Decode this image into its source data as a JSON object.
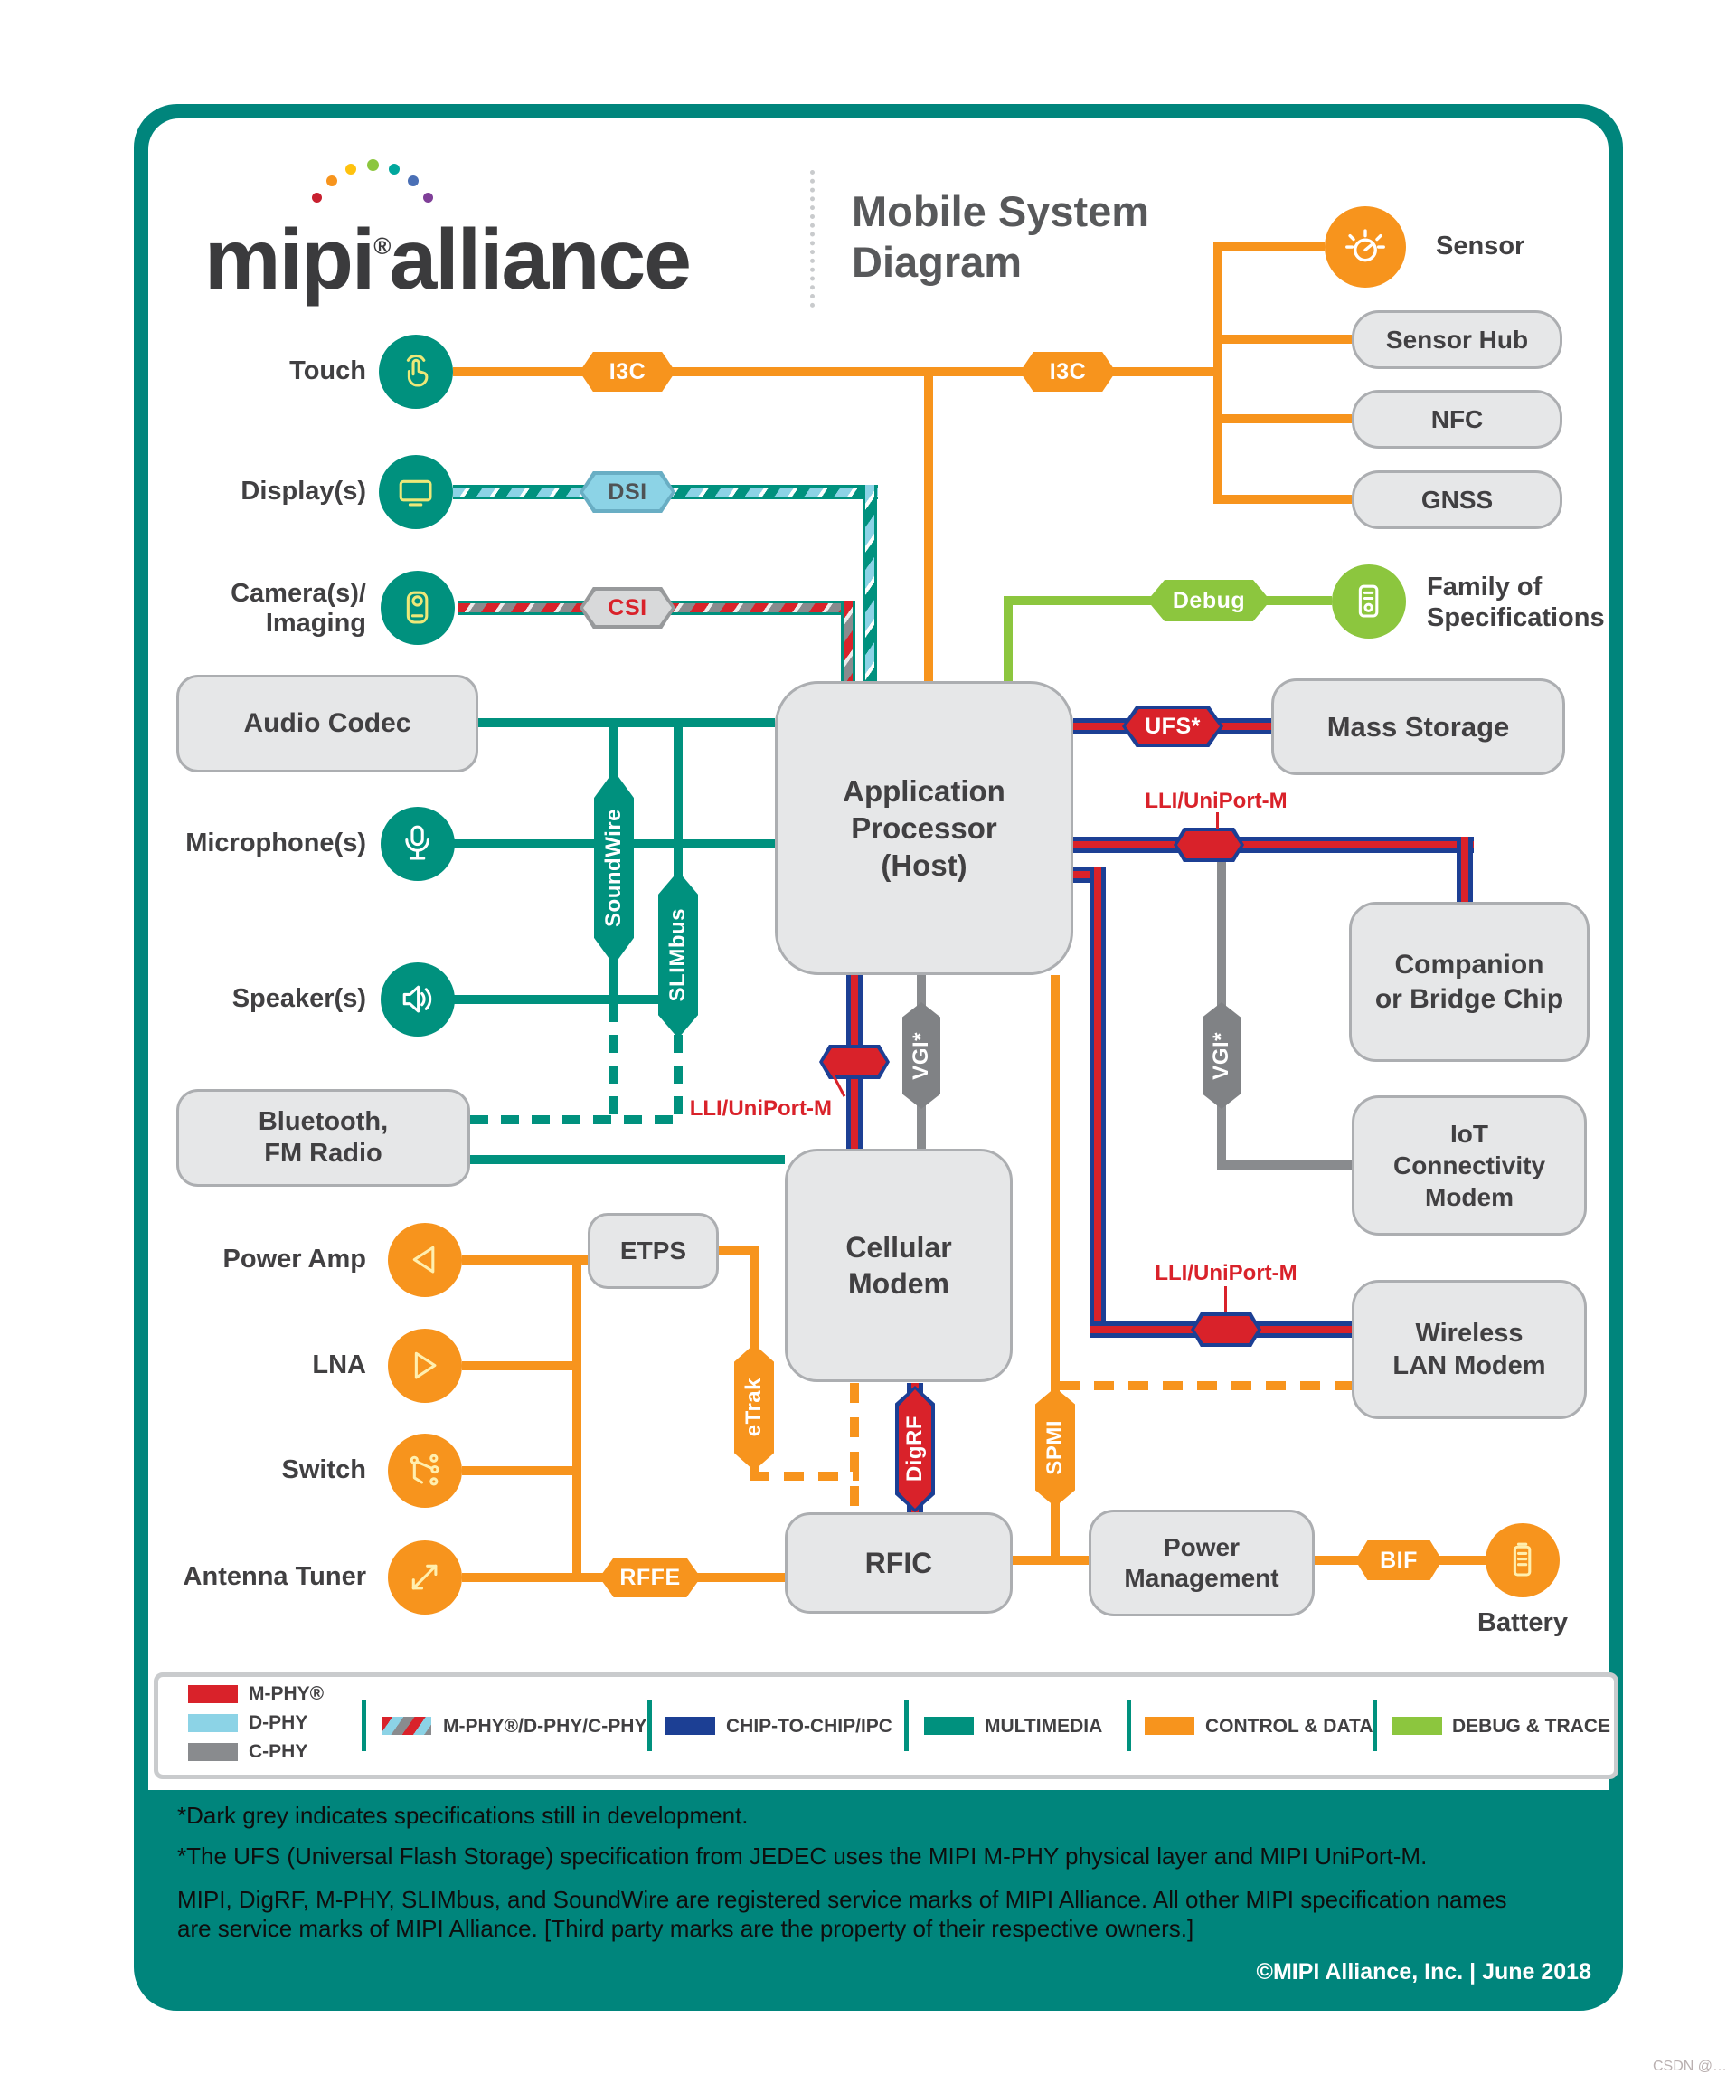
{
  "colors": {
    "frame_teal": "#00857C",
    "multimedia_teal": "#00917E",
    "control_orange": "#F7941D",
    "mphy_red": "#D9222A",
    "dphy_blue": "#8CD3E6",
    "cphy_grey": "#898B8E",
    "chip_navy": "#1C3F94",
    "debug_green": "#8CC63E",
    "box_fill": "#E6E7E8",
    "box_border": "#ACAEB1",
    "text_dark": "#414042"
  },
  "header": {
    "logo_text": "mipi",
    "logo_reg": "®",
    "logo_suffix": "alliance",
    "title_line1": "Mobile System",
    "title_line2": "Diagram"
  },
  "peripherals": {
    "touch": "Touch",
    "displays": "Display(s)",
    "camera_line1": "Camera(s)/",
    "camera_line2": "Imaging",
    "audio_codec": "Audio Codec",
    "microphones": "Microphone(s)",
    "speakers": "Speaker(s)",
    "bluetooth_line1": "Bluetooth,",
    "bluetooth_line2": "FM Radio",
    "power_amp": "Power Amp",
    "lna": "LNA",
    "switch": "Switch",
    "antenna_tuner": "Antenna Tuner"
  },
  "right_nodes": {
    "sensor": "Sensor",
    "sensor_hub": "Sensor Hub",
    "nfc": "NFC",
    "gnss": "GNSS",
    "family_line1": "Family of",
    "family_line2": "Specifications",
    "mass_storage": "Mass Storage",
    "companion_line1": "Companion",
    "companion_line2": "or Bridge Chip",
    "iot_line1": "IoT",
    "iot_line2": "Connectivity",
    "iot_line3": "Modem",
    "wlan_line1": "Wireless",
    "wlan_line2": "LAN Modem",
    "battery": "Battery"
  },
  "core": {
    "ap_line1": "Application",
    "ap_line2": "Processor",
    "ap_line3": "(Host)",
    "cellular_line1": "Cellular",
    "cellular_line2": "Modem",
    "rfic": "RFIC",
    "pm_line1": "Power",
    "pm_line2": "Management",
    "etps": "ETPS"
  },
  "buses": {
    "i3c": "I3C",
    "dsi": "DSI",
    "csi": "CSI",
    "debug": "Debug",
    "ufs": "UFS*",
    "lli": "LLI/UniPort-M",
    "vgi": "VGI*",
    "soundwire": "SoundWire",
    "slimbus": "SLIMbus",
    "etrak": "eTrak",
    "digrf": "DigRF",
    "spmi": "SPMI",
    "rffe": "RFFE",
    "bif": "BIF"
  },
  "legend": {
    "mphy": "M-PHY®",
    "dphy": "D-PHY",
    "cphy": "C-PHY",
    "combo": "M-PHY®/D-PHY/C-PHY",
    "chip": "CHIP-TO-CHIP/IPC",
    "multimedia": "MULTIMEDIA",
    "control": "CONTROL & DATA",
    "debug_trace": "DEBUG & TRACE"
  },
  "footer": {
    "note1": "*Dark grey indicates specifications still in development.",
    "note2": "*The UFS (Universal Flash Storage) specification from JEDEC uses the MIPI M-PHY physical layer and MIPI UniPort-M.",
    "note3a": "MIPI, DigRF, M-PHY, SLIMbus, and SoundWire are registered service marks of MIPI Alliance. All other MIPI specification names",
    "note3b": "are service marks of MIPI Alliance. [Third party marks are the property of their respective owners.]",
    "copyright": "©MIPI Alliance, Inc. | June 2018"
  },
  "watermark": "CSDN @…"
}
